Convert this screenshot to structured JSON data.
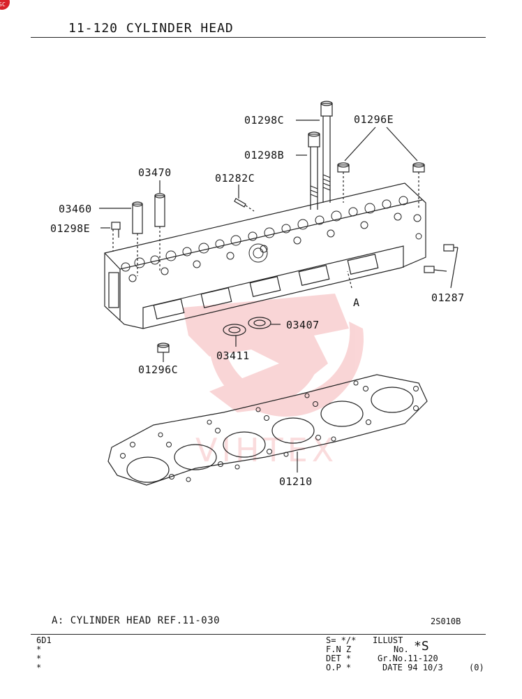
{
  "header": {
    "title": "11-120  CYLINDER HEAD"
  },
  "parts": {
    "p01298C": "01298C",
    "p01298B": "01298B",
    "p01296E": "01296E",
    "p03470": "03470",
    "p01282C": "01282C",
    "p03460": "03460",
    "p01298E": "01298E",
    "pA": "A",
    "p01287": "01287",
    "p03407": "03407",
    "p03411": "03411",
    "p01296C": "01296C",
    "p01210": "01210"
  },
  "watermark": {
    "text": "VIHTEX"
  },
  "corner_badge": {
    "text": "SC"
  },
  "note": {
    "text": "A: CYLINDER HEAD REF.11-030"
  },
  "drawing_code": "2S010B",
  "footer": {
    "model": "6D1",
    "marks": [
      "*",
      "*",
      "*"
    ],
    "s_line": "S= */*",
    "fnz": "F.N Z",
    "det": "DET *",
    "op": "O.P *",
    "illust_label": "ILLUST",
    "no_label": "No.",
    "illust_no": "*S",
    "gr_no": "Gr.No.11-120",
    "date": "DATE  94 10/3",
    "rev": "(0)"
  },
  "colors": {
    "line": "#222222",
    "watermark": "#e8454a"
  }
}
